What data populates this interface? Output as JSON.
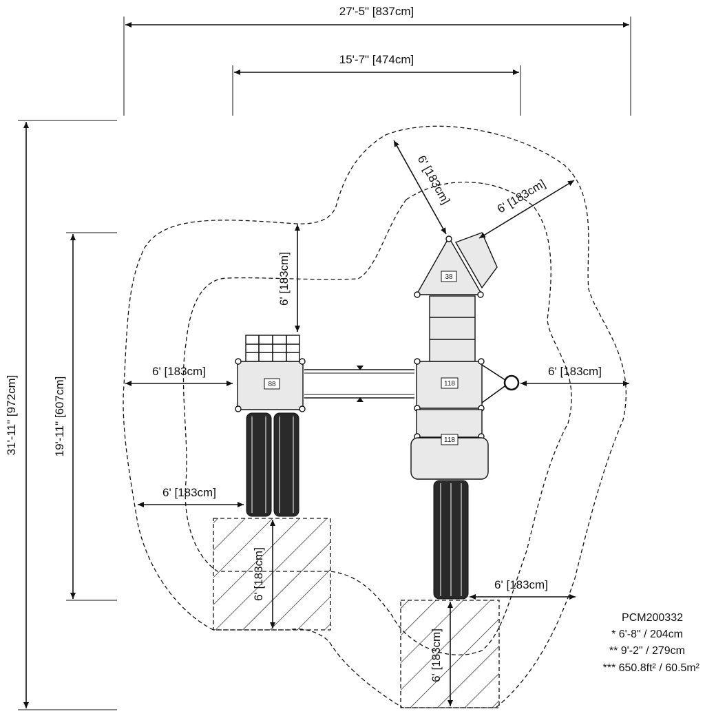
{
  "dimensions": {
    "overall_width": "27'-5\" [837cm]",
    "inner_width": "15'-7\" [474cm]",
    "overall_depth": "31'-11\" [972cm]",
    "inner_depth": "19'-11\" [607cm]",
    "clearance_top_vertical": "6' [183cm]",
    "clearance_top_diag_left": "6' [183cm]",
    "clearance_top_diag_right": "6' [183cm]",
    "clearance_left": "6' [183cm]",
    "clearance_right": "6' [183cm]",
    "clearance_left_slide": "6' [183cm]",
    "clearance_right_slide": "6' [183cm]",
    "slide_zone_left": "6' [183cm]",
    "slide_zone_right": "6' [183cm]"
  },
  "labels": {
    "deck_left": "88",
    "deck_right": "118",
    "deck_roof": "38",
    "deck_lower": "118"
  },
  "notes": {
    "model": "PCM200332",
    "height_1": "* 6'-8\" / 204cm",
    "height_2": "** 9'-2\" / 279cm",
    "area": "*** 650.8ft² / 60.5m²"
  }
}
